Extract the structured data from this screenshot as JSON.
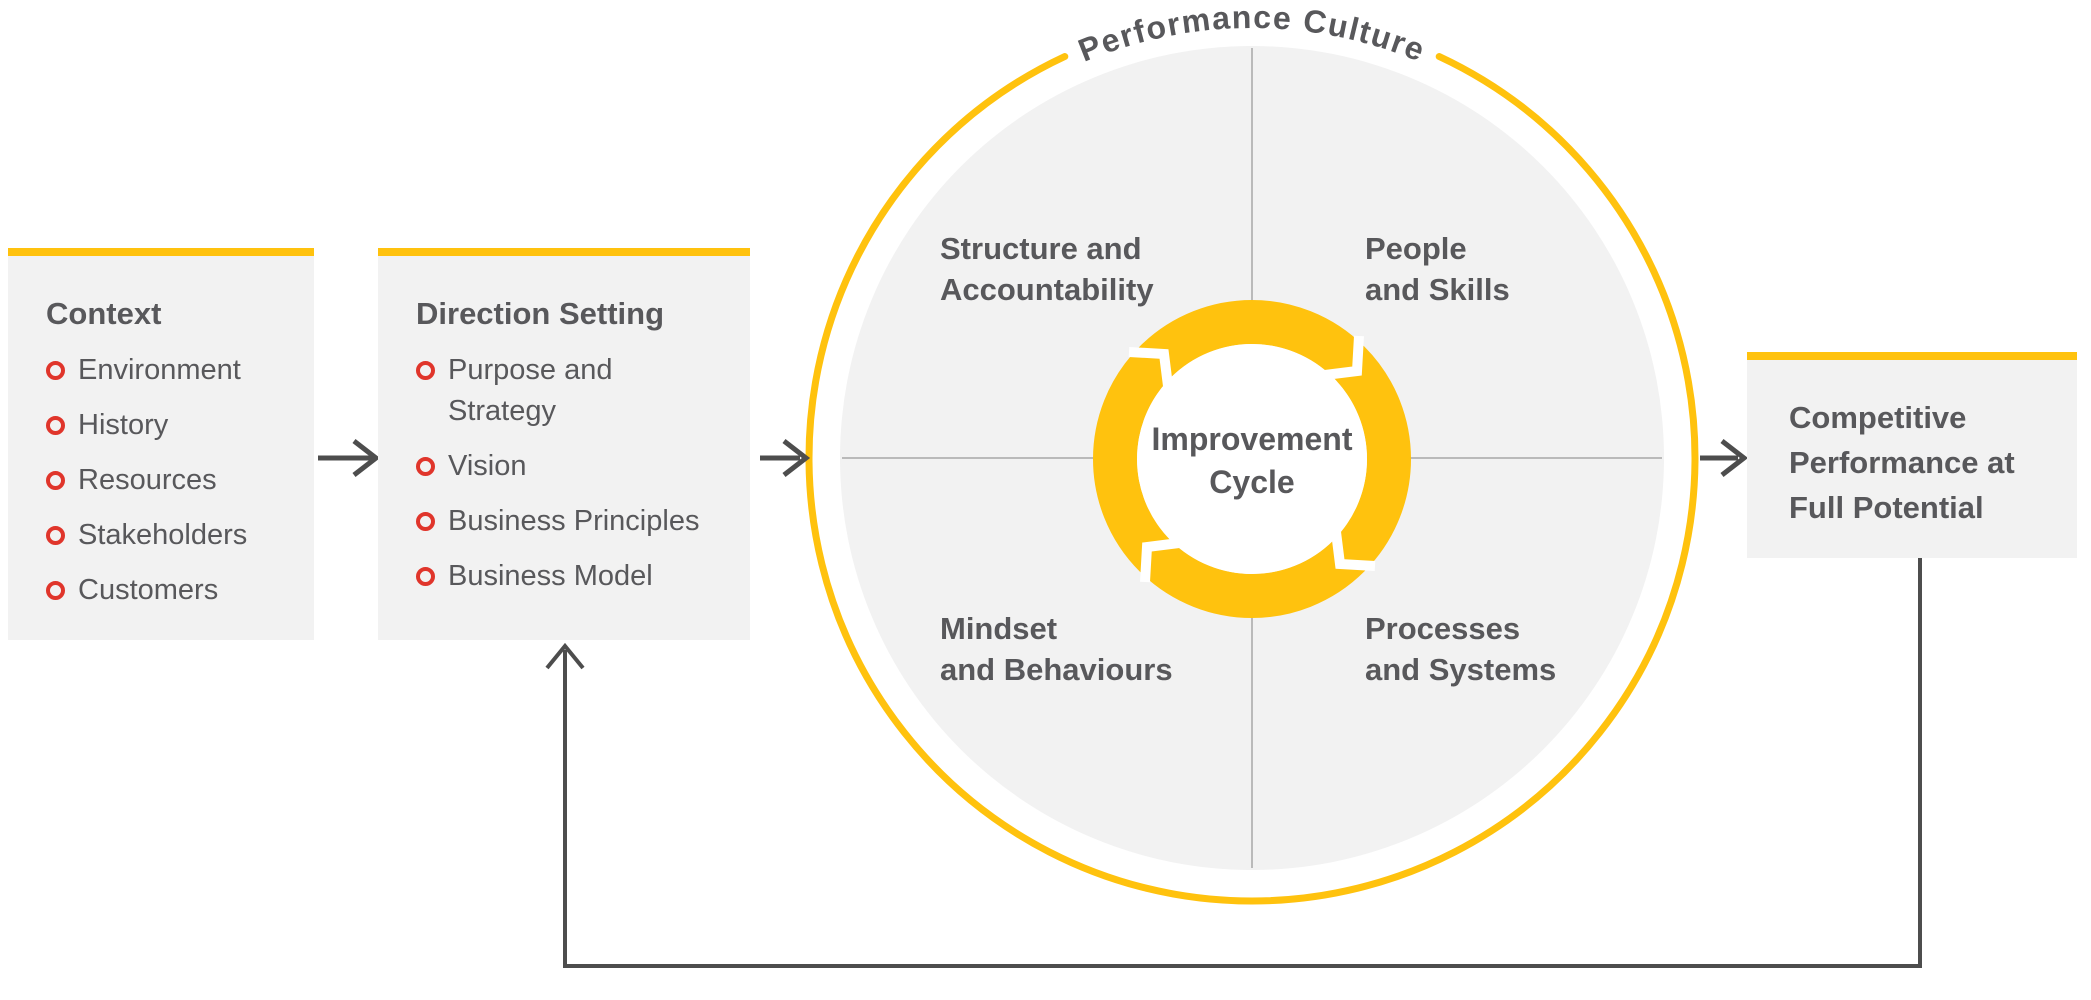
{
  "palette": {
    "accent_yellow": "#FFC20E",
    "panel_gray": "#F2F2F2",
    "text_dark": "#58585B",
    "bullet_red": "#E0352B",
    "arrow_gray": "#4D4D4D",
    "divider_gray": "#A8A8A8"
  },
  "context_box": {
    "title": "Context",
    "items": [
      "Environment",
      "History",
      "Resources",
      "Stakeholders",
      "Customers"
    ]
  },
  "direction_box": {
    "title": "Direction Setting",
    "items": [
      "Purpose and\nStrategy",
      "Vision",
      "Business Principles",
      "Business Model"
    ]
  },
  "culture_circle": {
    "arc_label": "Performance Culture",
    "quadrants": [
      "Structure and\nAccountability",
      "People\nand Skills",
      "Mindset\nand Behaviours",
      "Processes\nand Systems"
    ],
    "center_label": "Improvement\nCycle"
  },
  "result_box": {
    "text": "Competitive\nPerformance at\nFull Potential"
  }
}
